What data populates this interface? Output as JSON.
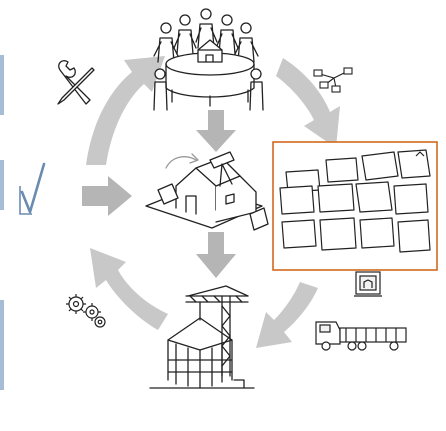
{
  "colors": {
    "background": "#ffffff",
    "cycle_arrow": "#c8c8c8",
    "flow_arrow": "#b5b5b5",
    "sketch_line": "#222222",
    "highlight_frame": "#d2691e",
    "check_mark": "#6a8cb0"
  },
  "nodes": [
    {
      "id": "planning-meeting",
      "icon": "people-around-table-with-house-model-icon"
    },
    {
      "id": "design",
      "icon": "architect-drafting-house-plans-icon"
    },
    {
      "id": "construction",
      "icon": "building-under-construction-with-crane-icon"
    }
  ],
  "side_icons": [
    "tools-icon",
    "network-icon",
    "check-mark-icon",
    "gears-icon",
    "blueprint-icon",
    "truck-icon"
  ],
  "highlight": {
    "icon": "sticky-notes-board-icon",
    "note_count": 12
  }
}
